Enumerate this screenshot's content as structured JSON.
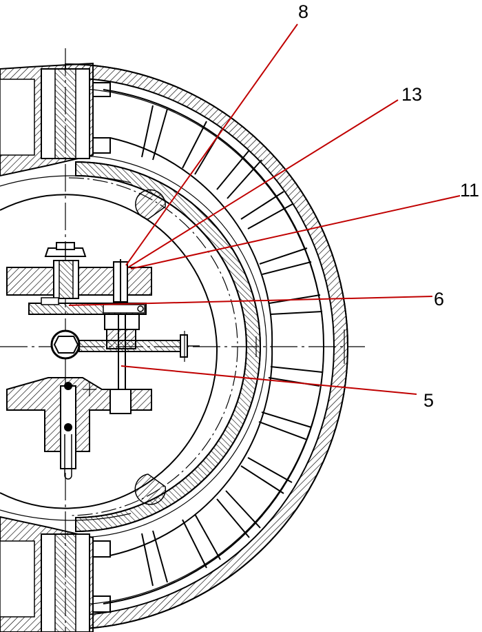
{
  "colors": {
    "ink": "#000000",
    "leader": "#c00000",
    "background": "#ffffff"
  },
  "callouts": [
    {
      "id": "8",
      "label": "8"
    },
    {
      "id": "13",
      "label": "13"
    },
    {
      "id": "11",
      "label": "11"
    },
    {
      "id": "6",
      "label": "6"
    },
    {
      "id": "5",
      "label": "5"
    }
  ]
}
